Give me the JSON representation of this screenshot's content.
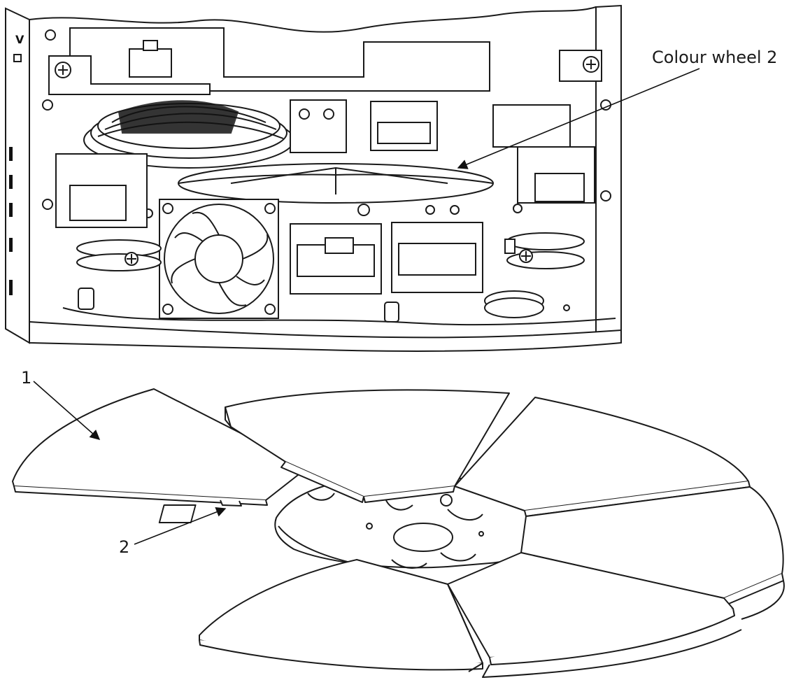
{
  "labels": {
    "colour_wheel": "Colour wheel 2",
    "callout_1": "1",
    "callout_2": "2"
  },
  "colors": {
    "line": "#1a1a1a",
    "fill": "#ffffff",
    "dark": "#111111"
  }
}
